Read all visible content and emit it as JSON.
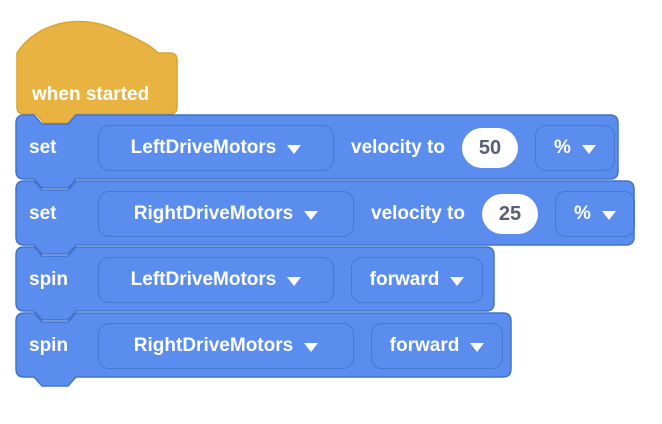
{
  "colors": {
    "block_blue": "#5B8DEE",
    "block_blue_border": "#4273CC",
    "field_border": "#4678D1",
    "hat_yellow": "#E9B341",
    "hat_yellow_border": "#DCA42D",
    "label_text": "#FFFFFF",
    "value_bg": "#FFFFFF",
    "value_text": "#575E75"
  },
  "script": {
    "hat": {
      "label": "when started"
    },
    "blocks": [
      {
        "type": "set-velocity",
        "label_start": "set",
        "motor": "LeftDriveMotors",
        "label_mid": "velocity to",
        "value": "50",
        "unit": "%"
      },
      {
        "type": "set-velocity",
        "label_start": "set",
        "motor": "RightDriveMotors",
        "label_mid": "velocity to",
        "value": "25",
        "unit": "%"
      },
      {
        "type": "spin",
        "label_start": "spin",
        "motor": "LeftDriveMotors",
        "direction": "forward"
      },
      {
        "type": "spin",
        "label_start": "spin",
        "motor": "RightDriveMotors",
        "direction": "forward"
      }
    ]
  }
}
